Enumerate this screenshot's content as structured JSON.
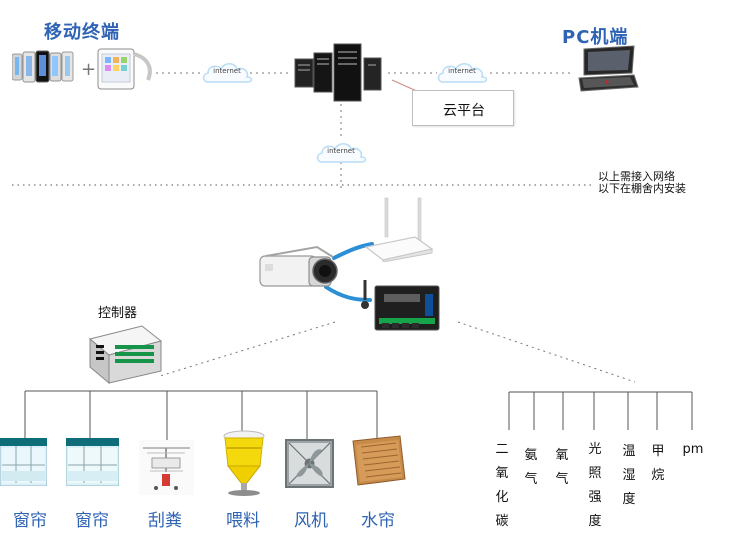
{
  "top": {
    "mobile_title": "移动终端",
    "pc_title": "PC机端",
    "cloud_platform_label": "云平台",
    "internet_left": "internet",
    "internet_right": "internet",
    "internet_middle": "internet"
  },
  "divider_note": {
    "line1": "以上需接入网络",
    "line2": "以下在棚舍内安装"
  },
  "controller": {
    "label": "控制器"
  },
  "devices": [
    {
      "name": "窗帘",
      "icon": "window-curtain-icon"
    },
    {
      "name": "窗帘",
      "icon": "window-curtain-icon"
    },
    {
      "name": "刮粪",
      "icon": "manure-scraper-icon"
    },
    {
      "name": "喂料",
      "icon": "feeder-icon"
    },
    {
      "name": "风机",
      "icon": "fan-icon"
    },
    {
      "name": "水帘",
      "icon": "water-curtain-icon"
    }
  ],
  "sensors": [
    {
      "name": "二氧化碳"
    },
    {
      "name": "氨气"
    },
    {
      "name": "氧气"
    },
    {
      "name": "光照强度"
    },
    {
      "name": "温湿度"
    },
    {
      "name": "甲烷"
    },
    {
      "name": "pm"
    }
  ],
  "colors": {
    "accent_blue": "#2f63b4",
    "cable_blue": "#2b8fd6",
    "line_gray": "#777777"
  }
}
